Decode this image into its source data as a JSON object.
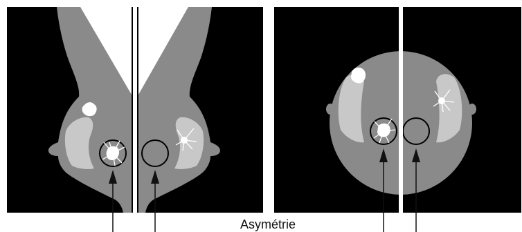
{
  "figure": {
    "caption": "Asymétrie",
    "colors": {
      "background": "#000000",
      "breast_tissue": "#8a8a8a",
      "fibroglandular": "#c8c8c8",
      "calcification": "#ffffff",
      "separator": "#ffffff",
      "annotation_line": "#000000"
    },
    "views": [
      {
        "name": "mlo-pair",
        "panels": [
          "left-breast-mlo",
          "right-breast-mlo"
        ]
      },
      {
        "name": "cc-pair",
        "panels": [
          "left-breast-cc",
          "right-breast-cc"
        ]
      }
    ],
    "markers": {
      "lesion_circles": 2,
      "empty_circles": 2,
      "arrows": 4
    }
  }
}
